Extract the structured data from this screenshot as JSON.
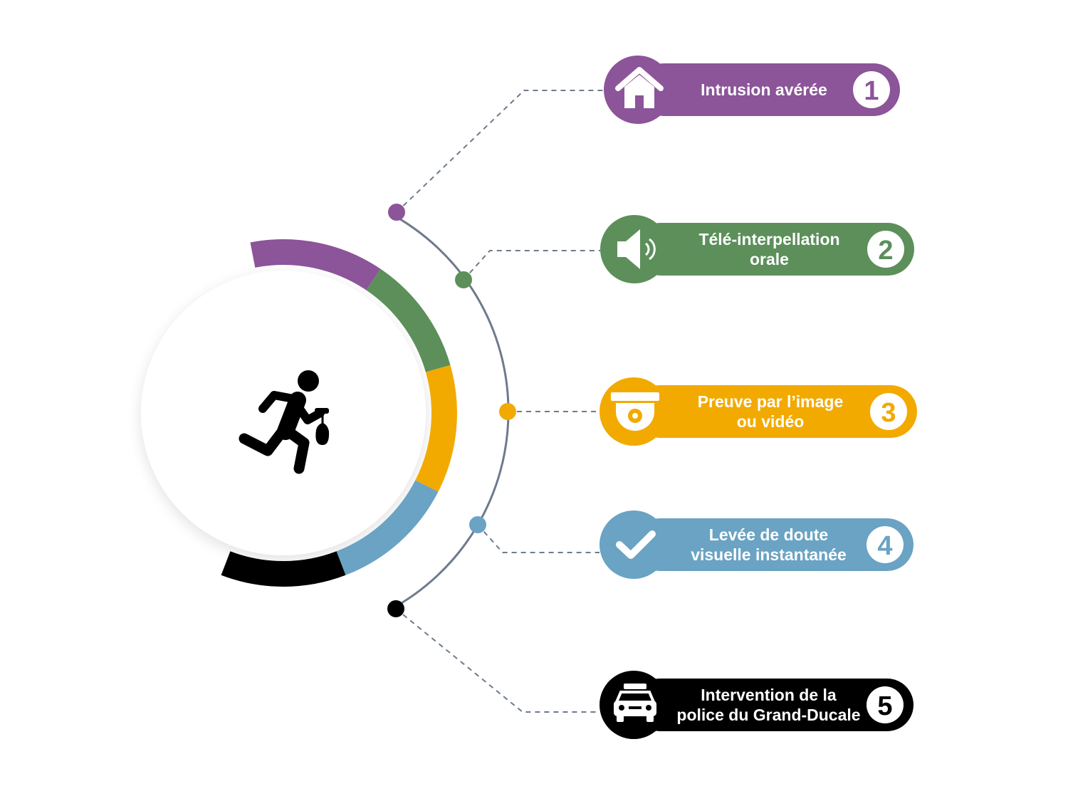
{
  "diagram": {
    "colors": {
      "purple": "#8C5499",
      "green": "#5C8F5A",
      "gold": "#F2AA00",
      "blue": "#6AA3C3",
      "black": "#000000",
      "track": "#6E7A8C",
      "dash": "#6E7A8C"
    },
    "center_icon": "running-thief-icon",
    "steps": [
      {
        "number": "1",
        "lines": [
          "Intrusion avérée"
        ],
        "icon": "house-icon",
        "color": "#8C5499"
      },
      {
        "number": "2",
        "lines": [
          "Télé-interpellation",
          "orale"
        ],
        "icon": "speaker-icon",
        "color": "#5C8F5A"
      },
      {
        "number": "3",
        "lines": [
          "Preuve par l’image",
          "ou vidéo"
        ],
        "icon": "security-camera-icon",
        "color": "#F2AA00"
      },
      {
        "number": "4",
        "lines": [
          "Levée de doute",
          "visuelle instantanée"
        ],
        "icon": "checkmark-icon",
        "color": "#6AA3C3"
      },
      {
        "number": "5",
        "lines": [
          "Intervention de la",
          "police du Grand-Ducale"
        ],
        "icon": "police-car-icon",
        "color": "#000000"
      }
    ]
  }
}
